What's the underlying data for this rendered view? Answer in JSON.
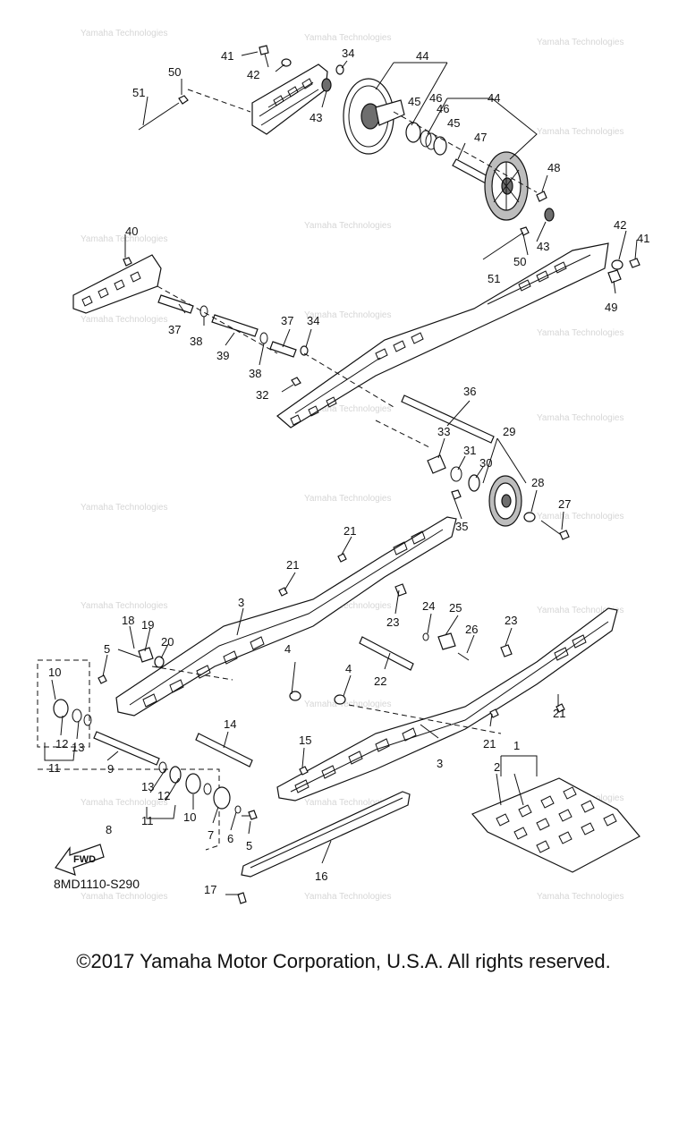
{
  "diagram": {
    "callouts": [
      {
        "id": "c41a",
        "text": "41"
      },
      {
        "id": "c50a",
        "text": "50"
      },
      {
        "id": "c51a",
        "text": "51"
      },
      {
        "id": "c42a",
        "text": "42"
      },
      {
        "id": "c34a",
        "text": "34"
      },
      {
        "id": "c44a",
        "text": "44"
      },
      {
        "id": "c43a",
        "text": "43"
      },
      {
        "id": "c45a",
        "text": "45"
      },
      {
        "id": "c46a",
        "text": "46"
      },
      {
        "id": "c46b",
        "text": "46"
      },
      {
        "id": "c44b",
        "text": "44"
      },
      {
        "id": "c45b",
        "text": "45"
      },
      {
        "id": "c47",
        "text": "47"
      },
      {
        "id": "c48",
        "text": "48"
      },
      {
        "id": "c40",
        "text": "40"
      },
      {
        "id": "c42b",
        "text": "42"
      },
      {
        "id": "c41b",
        "text": "41"
      },
      {
        "id": "c43b",
        "text": "43"
      },
      {
        "id": "c50b",
        "text": "50"
      },
      {
        "id": "c49",
        "text": "49"
      },
      {
        "id": "c51b",
        "text": "51"
      },
      {
        "id": "c37a",
        "text": "37"
      },
      {
        "id": "c38a",
        "text": "38"
      },
      {
        "id": "c39",
        "text": "39"
      },
      {
        "id": "c37b",
        "text": "37"
      },
      {
        "id": "c34b",
        "text": "34"
      },
      {
        "id": "c38b",
        "text": "38"
      },
      {
        "id": "c32",
        "text": "32"
      },
      {
        "id": "c36",
        "text": "36"
      },
      {
        "id": "c33",
        "text": "33"
      },
      {
        "id": "c31",
        "text": "31"
      },
      {
        "id": "c29",
        "text": "29"
      },
      {
        "id": "c30",
        "text": "30"
      },
      {
        "id": "c28",
        "text": "28"
      },
      {
        "id": "c27",
        "text": "27"
      },
      {
        "id": "c35",
        "text": "35"
      },
      {
        "id": "c21a",
        "text": "21"
      },
      {
        "id": "c21b",
        "text": "21"
      },
      {
        "id": "c3a",
        "text": "3"
      },
      {
        "id": "c23a",
        "text": "23"
      },
      {
        "id": "c24",
        "text": "24"
      },
      {
        "id": "c25",
        "text": "25"
      },
      {
        "id": "c23b",
        "text": "23"
      },
      {
        "id": "c18",
        "text": "18"
      },
      {
        "id": "c19",
        "text": "19"
      },
      {
        "id": "c20",
        "text": "20"
      },
      {
        "id": "c26",
        "text": "26"
      },
      {
        "id": "c5a",
        "text": "5"
      },
      {
        "id": "c4a",
        "text": "4"
      },
      {
        "id": "c22",
        "text": "22"
      },
      {
        "id": "c4b",
        "text": "4"
      },
      {
        "id": "c10a",
        "text": "10"
      },
      {
        "id": "c21c",
        "text": "21"
      },
      {
        "id": "c21d",
        "text": "21"
      },
      {
        "id": "c12a",
        "text": "12"
      },
      {
        "id": "c13a",
        "text": "13"
      },
      {
        "id": "c11a",
        "text": "11"
      },
      {
        "id": "c14",
        "text": "14"
      },
      {
        "id": "c9",
        "text": "9"
      },
      {
        "id": "c15",
        "text": "15"
      },
      {
        "id": "c3b",
        "text": "3"
      },
      {
        "id": "c1",
        "text": "1"
      },
      {
        "id": "c2",
        "text": "2"
      },
      {
        "id": "c13b",
        "text": "13"
      },
      {
        "id": "c12b",
        "text": "12"
      },
      {
        "id": "c11b",
        "text": "11"
      },
      {
        "id": "c10b",
        "text": "10"
      },
      {
        "id": "c7",
        "text": "7"
      },
      {
        "id": "c6",
        "text": "6"
      },
      {
        "id": "c5b",
        "text": "5"
      },
      {
        "id": "c8",
        "text": "8"
      },
      {
        "id": "c16",
        "text": "16"
      },
      {
        "id": "c17",
        "text": "17"
      }
    ],
    "fwd_label": "FWD",
    "diagram_code": "8MD1110-S290",
    "watermark": "Yamaha Technologies"
  },
  "copyright": "©2017 Yamaha Motor Corporation, U.S.A. All rights reserved."
}
